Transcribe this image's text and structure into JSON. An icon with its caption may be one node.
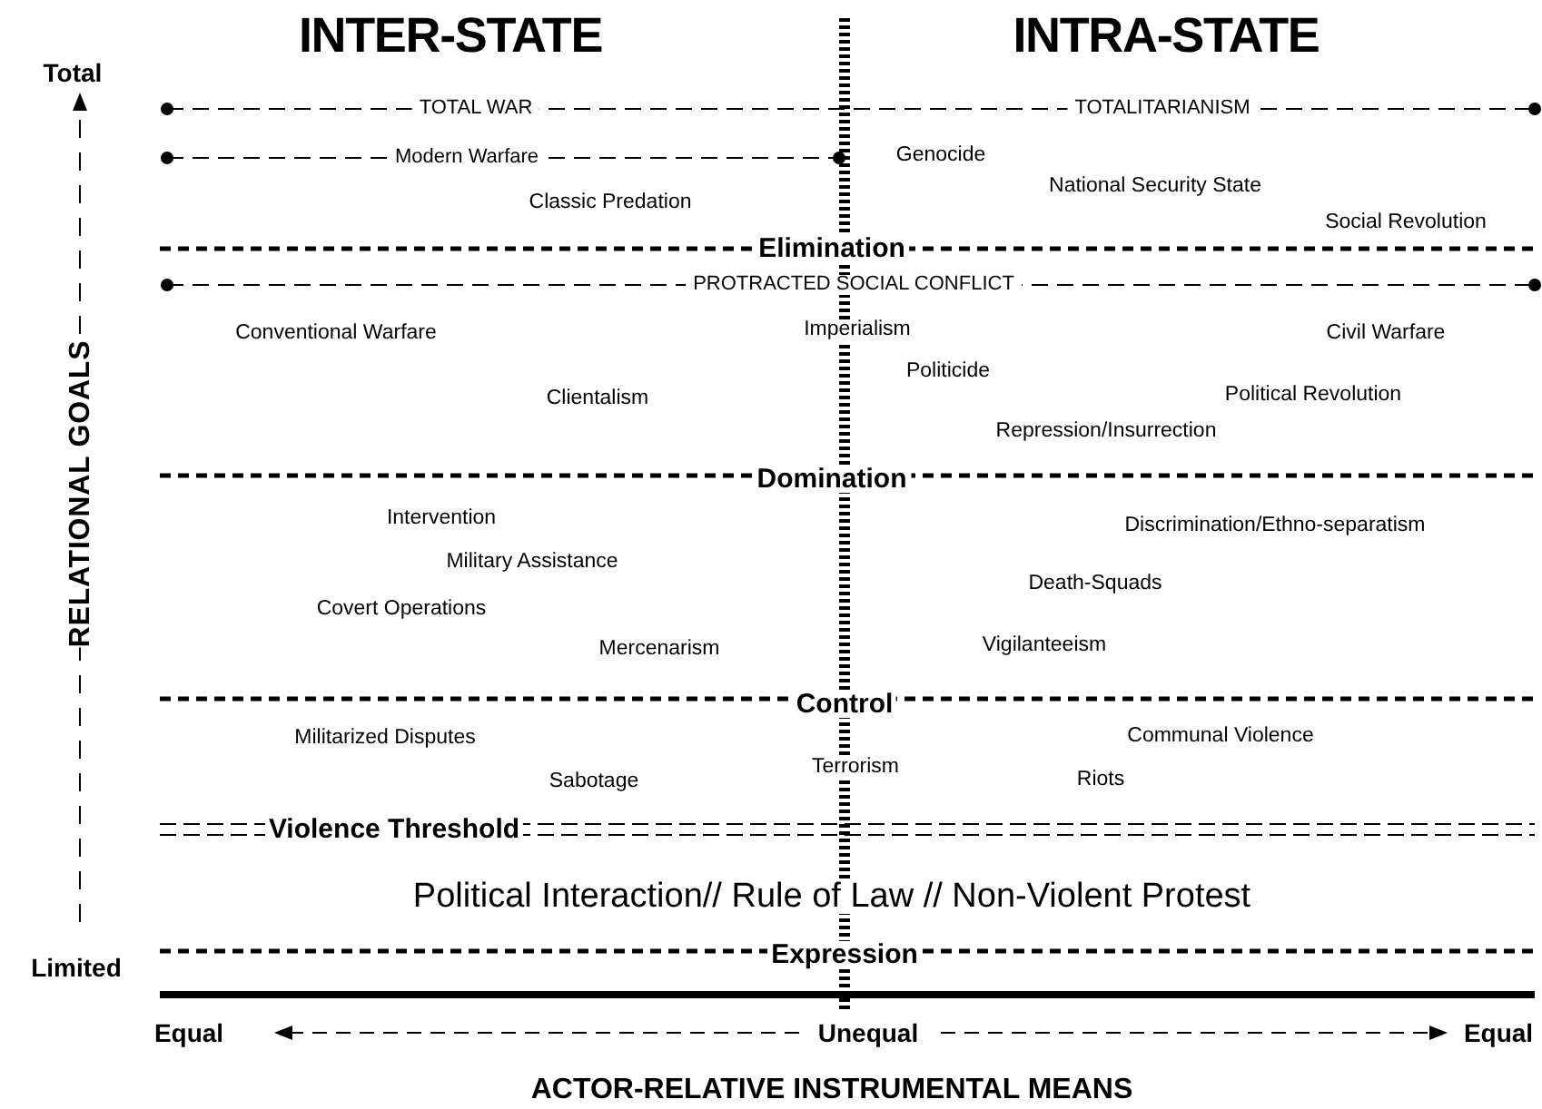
{
  "diagram": {
    "labels": [
      "INTER-STATE",
      "INTRA-STATE",
      "Total",
      "TOTAL WAR",
      "TOTALITARIANISM",
      "Modern Warfare",
      "Genocide",
      "National Security State",
      "Classic Predation",
      "Social Revolution",
      "Elimination",
      "PROTRACTED SOCIAL CONFLICT",
      "Conventional Warfare",
      "Imperialism",
      "Civil Warfare",
      "Politicide",
      "Clientalism",
      "Political Revolution",
      "Repression/Insurrection",
      "RELATIONAL GOALS",
      "Domination",
      "Intervention",
      "Discrimination/Ethno-separatism",
      "Military Assistance",
      "Death-Squads",
      "Covert Operations",
      "Mercenarism",
      "Vigilanteeism",
      "Control",
      "Militarized Disputes",
      "Communal Violence",
      "Terrorism",
      "Sabotage",
      "Riots",
      "Violence Threshold",
      "Political Interaction// Rule of Law // Non-Violent Protest",
      "Limited",
      "Expression",
      "Equal",
      "Unequal",
      "Equal",
      "ACTOR-RELATIVE INSTRUMENTAL MEANS"
    ]
  }
}
